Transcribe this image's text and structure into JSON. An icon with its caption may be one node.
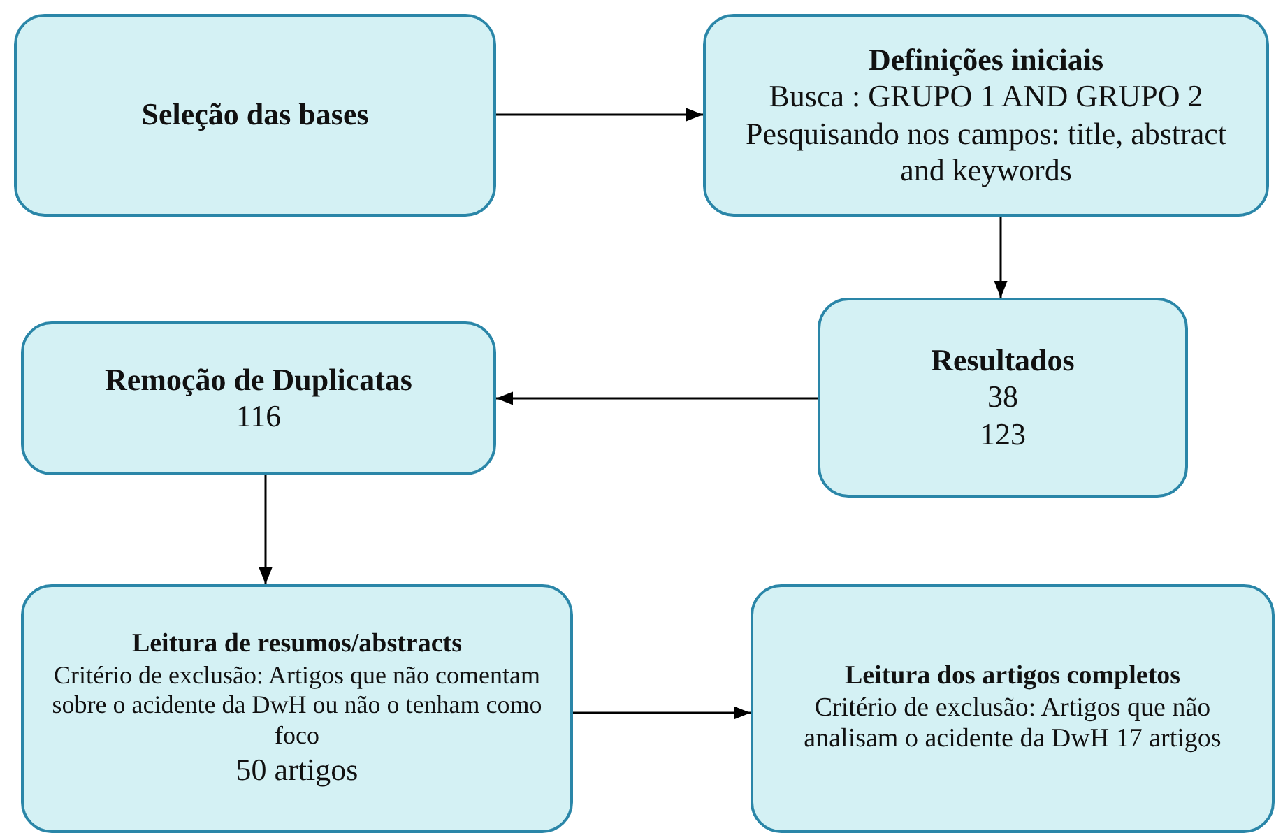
{
  "diagram": {
    "nodes": [
      {
        "text": [
          "Seleção das bases"
        ]
      },
      {
        "text": [
          "Definições iniciais",
          "Busca : GRUPO 1 AND GRUPO 2",
          "Pesquisando nos campos: title, abstract and keywords"
        ]
      },
      {
        "text": [
          "Resultados",
          "38",
          "123"
        ]
      },
      {
        "text": [
          "Remoção de Duplicatas",
          "116"
        ]
      },
      {
        "text": [
          "Leitura de resumos/abstracts",
          "Critério de exclusão: Artigos que não comentam sobre o acidente da DwH ou não o tenham como foco",
          "50 artigos"
        ]
      },
      {
        "text": [
          "Leitura dos artigos completos",
          "Critério de exclusão: Artigos que não analisam o acidente da DwH 17 artigos"
        ]
      }
    ],
    "edges": [
      {
        "from": 0,
        "to": 1,
        "arrow": "to"
      },
      {
        "from": 1,
        "to": 2,
        "arrow": "to"
      },
      {
        "from": 2,
        "to": 3,
        "arrow": "to"
      },
      {
        "from": 3,
        "to": 4,
        "arrow": "to"
      },
      {
        "from": 4,
        "to": 5,
        "arrow": "to"
      }
    ]
  }
}
